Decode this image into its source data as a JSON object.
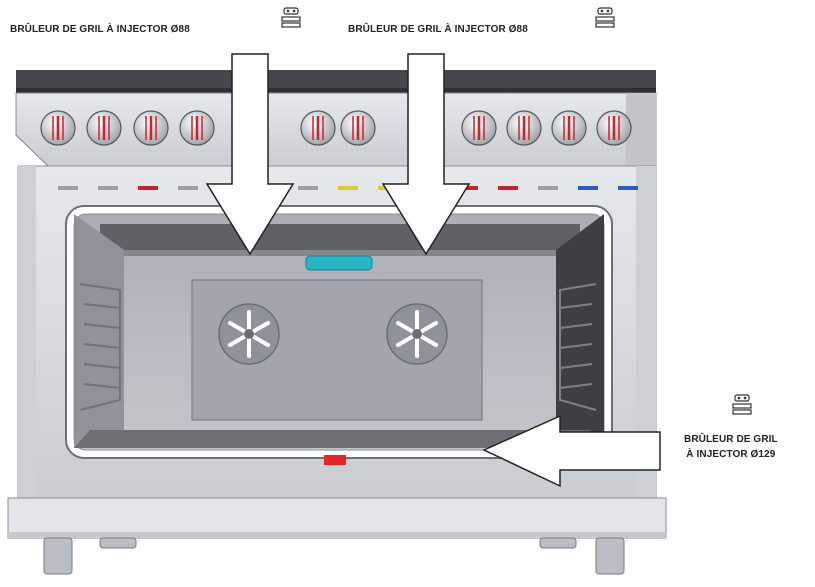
{
  "labels": {
    "left": {
      "text": "BRÛLEUR DE GRIL À INJECTOR Ø88"
    },
    "center": {
      "text": "BRÛLEUR DE GRIL À INJECTOR Ø88"
    },
    "right": {
      "line1": "BRÛLEUR DE GRIL",
      "line2": "À INJECTOR Ø129"
    }
  },
  "icons": {
    "burner": "grill-burner-icon"
  },
  "colors": {
    "stainless": "#d9dde1",
    "top_trim": "#4a4d52",
    "knob_red": "#c7242f",
    "fan_element": "#9aa2ab",
    "oven_interior": "#b4b9bf",
    "probe_teal": "#27b7c4",
    "indicator_red": "#e32626",
    "arrow_fill": "#ffffff",
    "arrow_stroke": "#222222"
  }
}
